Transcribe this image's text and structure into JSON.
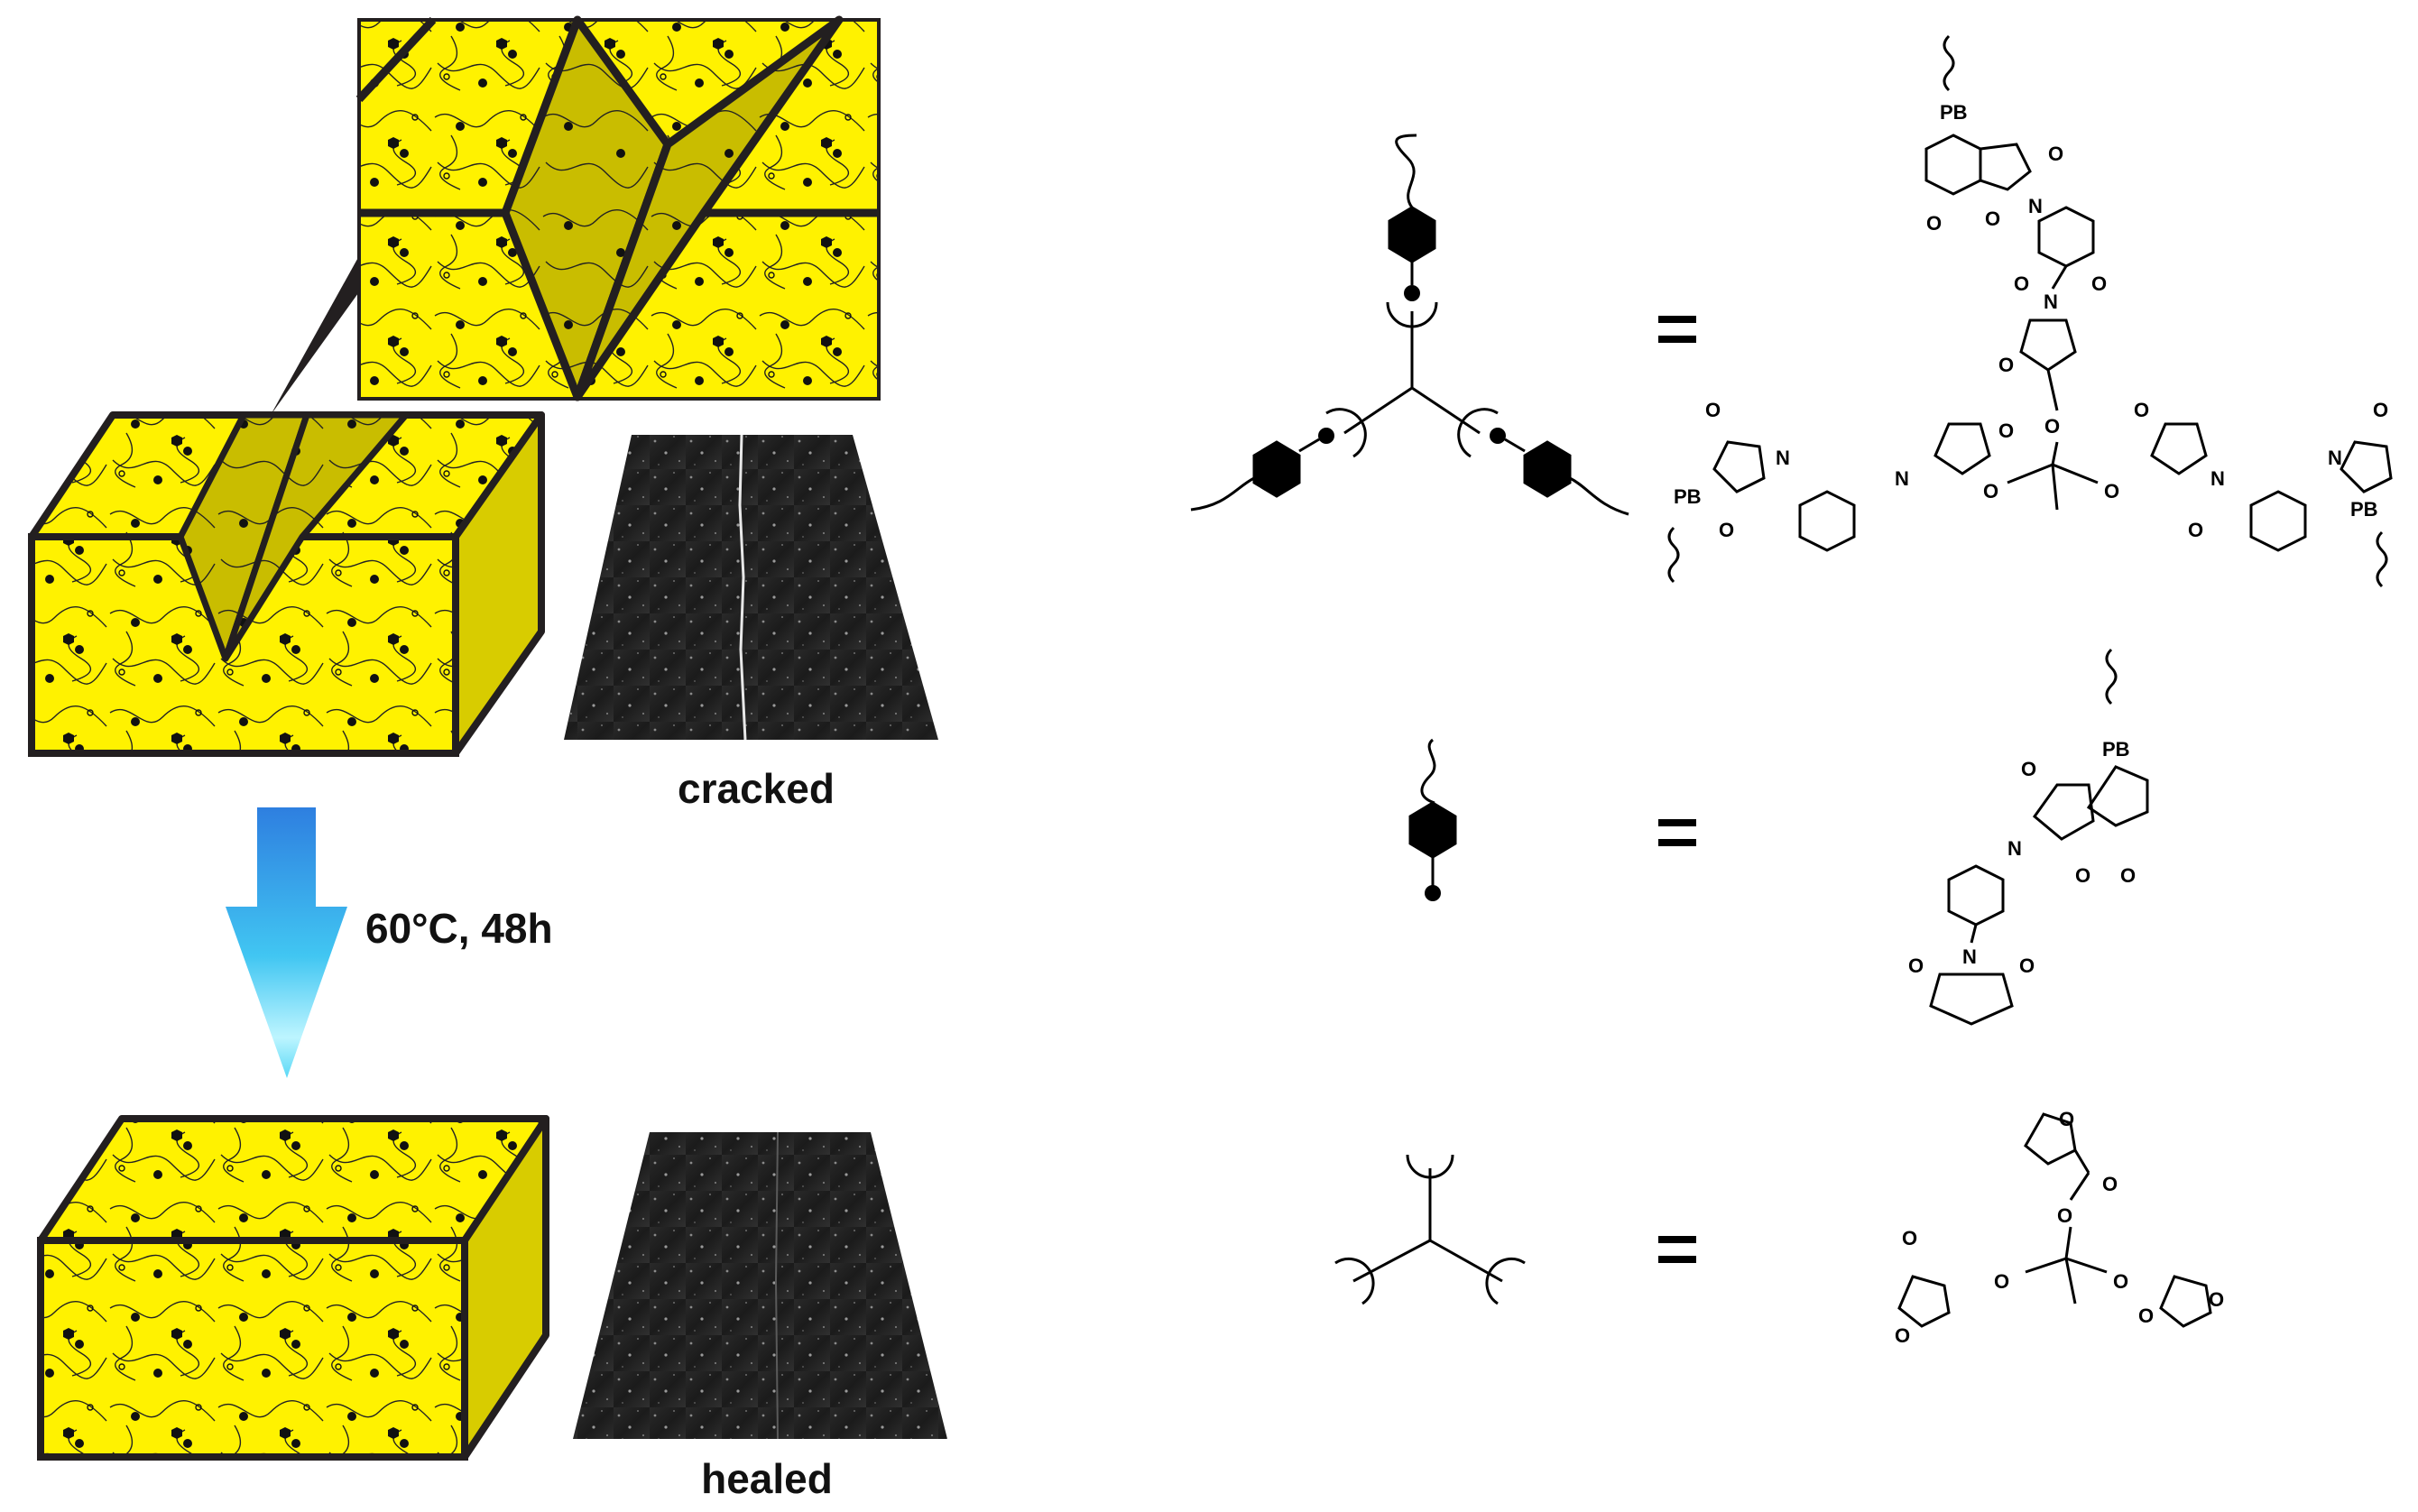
{
  "left_panel": {
    "photo_labels": {
      "cracked": "cracked",
      "healed": "healed"
    },
    "arrow_condition": "60°C, 48h",
    "colors": {
      "polymer_fill": "#FFF200",
      "outline": "#231F20",
      "arrow_top": "#2E7FE0",
      "arrow_bottom": "#9BF1FF"
    }
  },
  "right_panel": {
    "equals_sign": "=",
    "rows": [
      {
        "symbol": "crosslinked-network-node",
        "structure": "cross-linked adduct",
        "atom_labels": [
          "PB",
          "PB",
          "PB",
          "N",
          "N",
          "N",
          "N",
          "N",
          "N",
          "O",
          "O",
          "O"
        ]
      },
      {
        "symbol": "maleimide-terminated-chain",
        "structure": "maleimide monomer",
        "atom_labels": [
          "PB",
          "N",
          "N",
          "O",
          "O",
          "O",
          "O",
          "O"
        ]
      },
      {
        "symbol": "furan-crosslinker",
        "structure": "tri-furan crosslinker",
        "atom_labels": [
          "O",
          "O",
          "O",
          "O",
          "O",
          "O",
          "O",
          "O",
          "O"
        ]
      }
    ]
  }
}
